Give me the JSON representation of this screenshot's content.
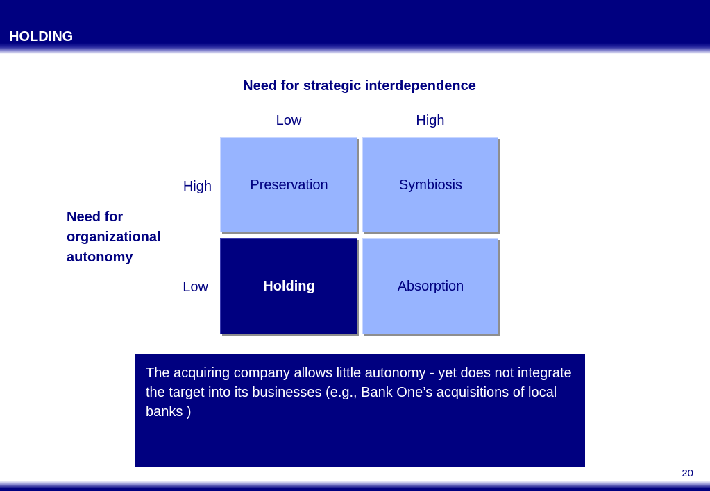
{
  "header": {
    "title": "HOLDING"
  },
  "matrix": {
    "title": "Need for strategic interdependence",
    "columns": [
      "Low",
      "High"
    ],
    "rows": [
      "High",
      "Low"
    ],
    "row_axis_label": [
      "Need for",
      "organizational",
      "autonomy"
    ],
    "cells": {
      "high_low": "Preservation",
      "high_high": "Symbiosis",
      "low_low": "Holding",
      "low_high": "Absorption"
    },
    "highlighted_cell": "Holding"
  },
  "description": "The acquiring company allows little autonomy - yet does not integrate the target into its businesses (e.g., Bank One’s acquisitions of local banks )",
  "page_number": "20",
  "colors": {
    "navy": "#000080",
    "light_cell": "#97b4ff",
    "text_on_dark": "#ffffff"
  }
}
